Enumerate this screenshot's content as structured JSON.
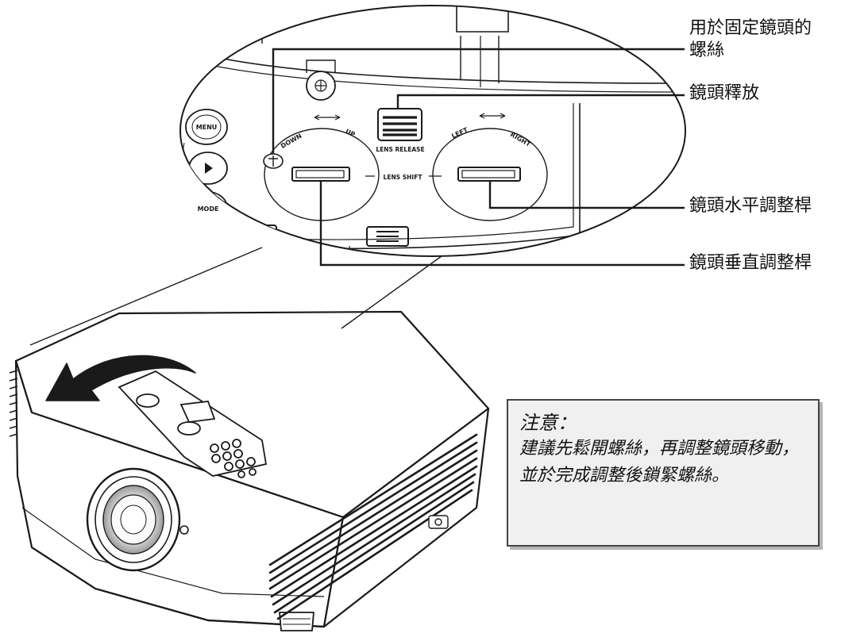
{
  "callouts": {
    "screw": [
      "用於固定鏡頭的",
      "螺絲"
    ],
    "lens_release": "鏡頭釋放",
    "horizontal_lever": "鏡頭水平調整桿",
    "vertical_lever": "鏡頭垂直調整桿"
  },
  "panel": {
    "menu": "MENU",
    "mode": "MODE",
    "down": "DOWN",
    "up": "UP",
    "left": "LEFT",
    "right": "RIGHT",
    "lens_release": "LENS RELEASE",
    "lens_shift": "LENS SHIFT"
  },
  "note": {
    "title": "注意：",
    "body": "建議先鬆開螺絲，再調整鏡頭移動，並於完成調整後鎖緊螺絲。"
  }
}
